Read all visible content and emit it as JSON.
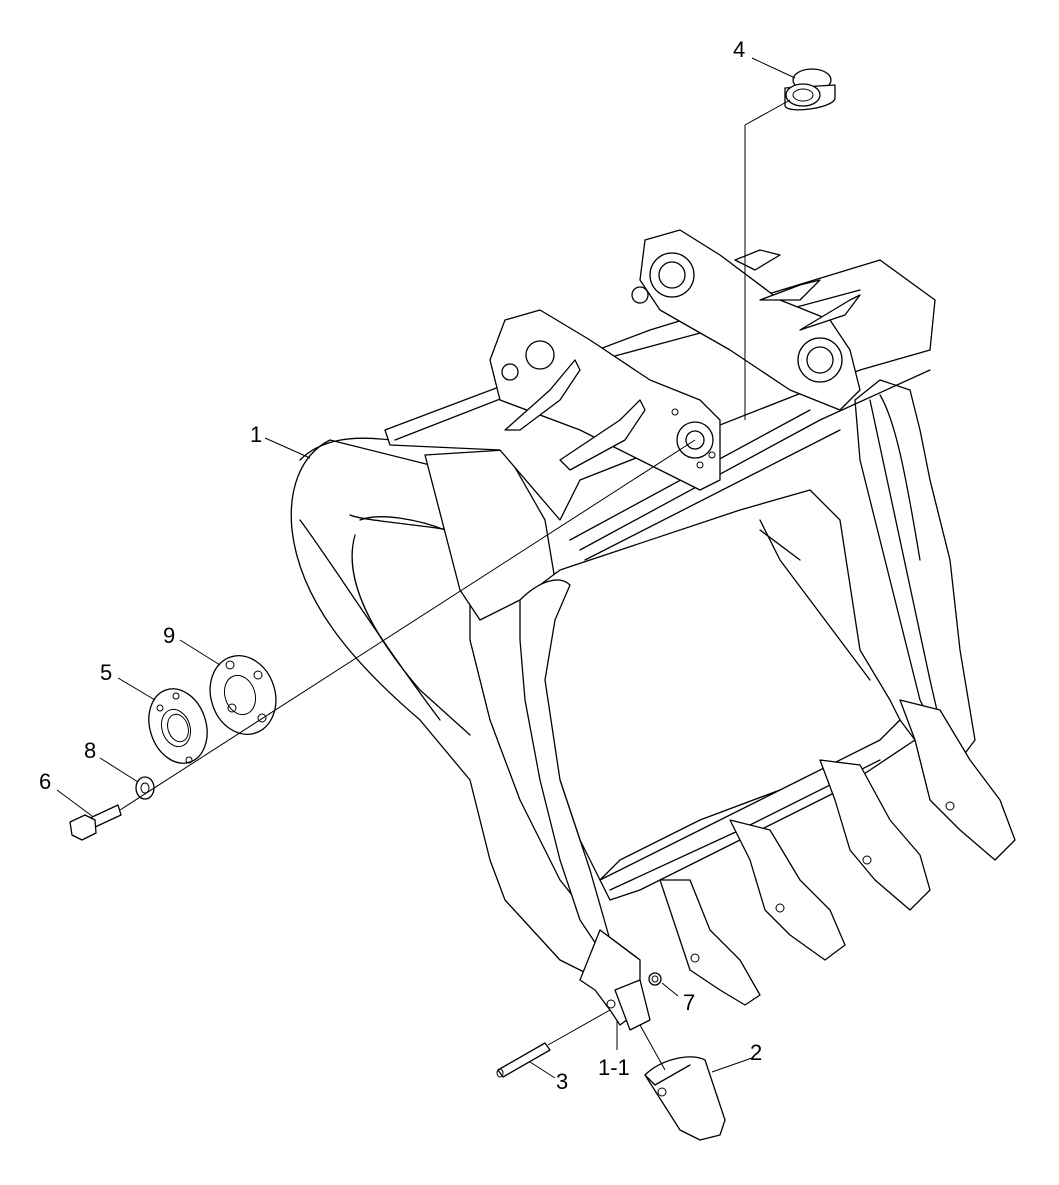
{
  "diagram": {
    "callouts": [
      {
        "label": "1"
      },
      {
        "label": "1-1"
      },
      {
        "label": "2"
      },
      {
        "label": "3"
      },
      {
        "label": "4"
      },
      {
        "label": "5"
      },
      {
        "label": "6"
      },
      {
        "label": "7"
      },
      {
        "label": "8"
      },
      {
        "label": "9"
      }
    ]
  }
}
